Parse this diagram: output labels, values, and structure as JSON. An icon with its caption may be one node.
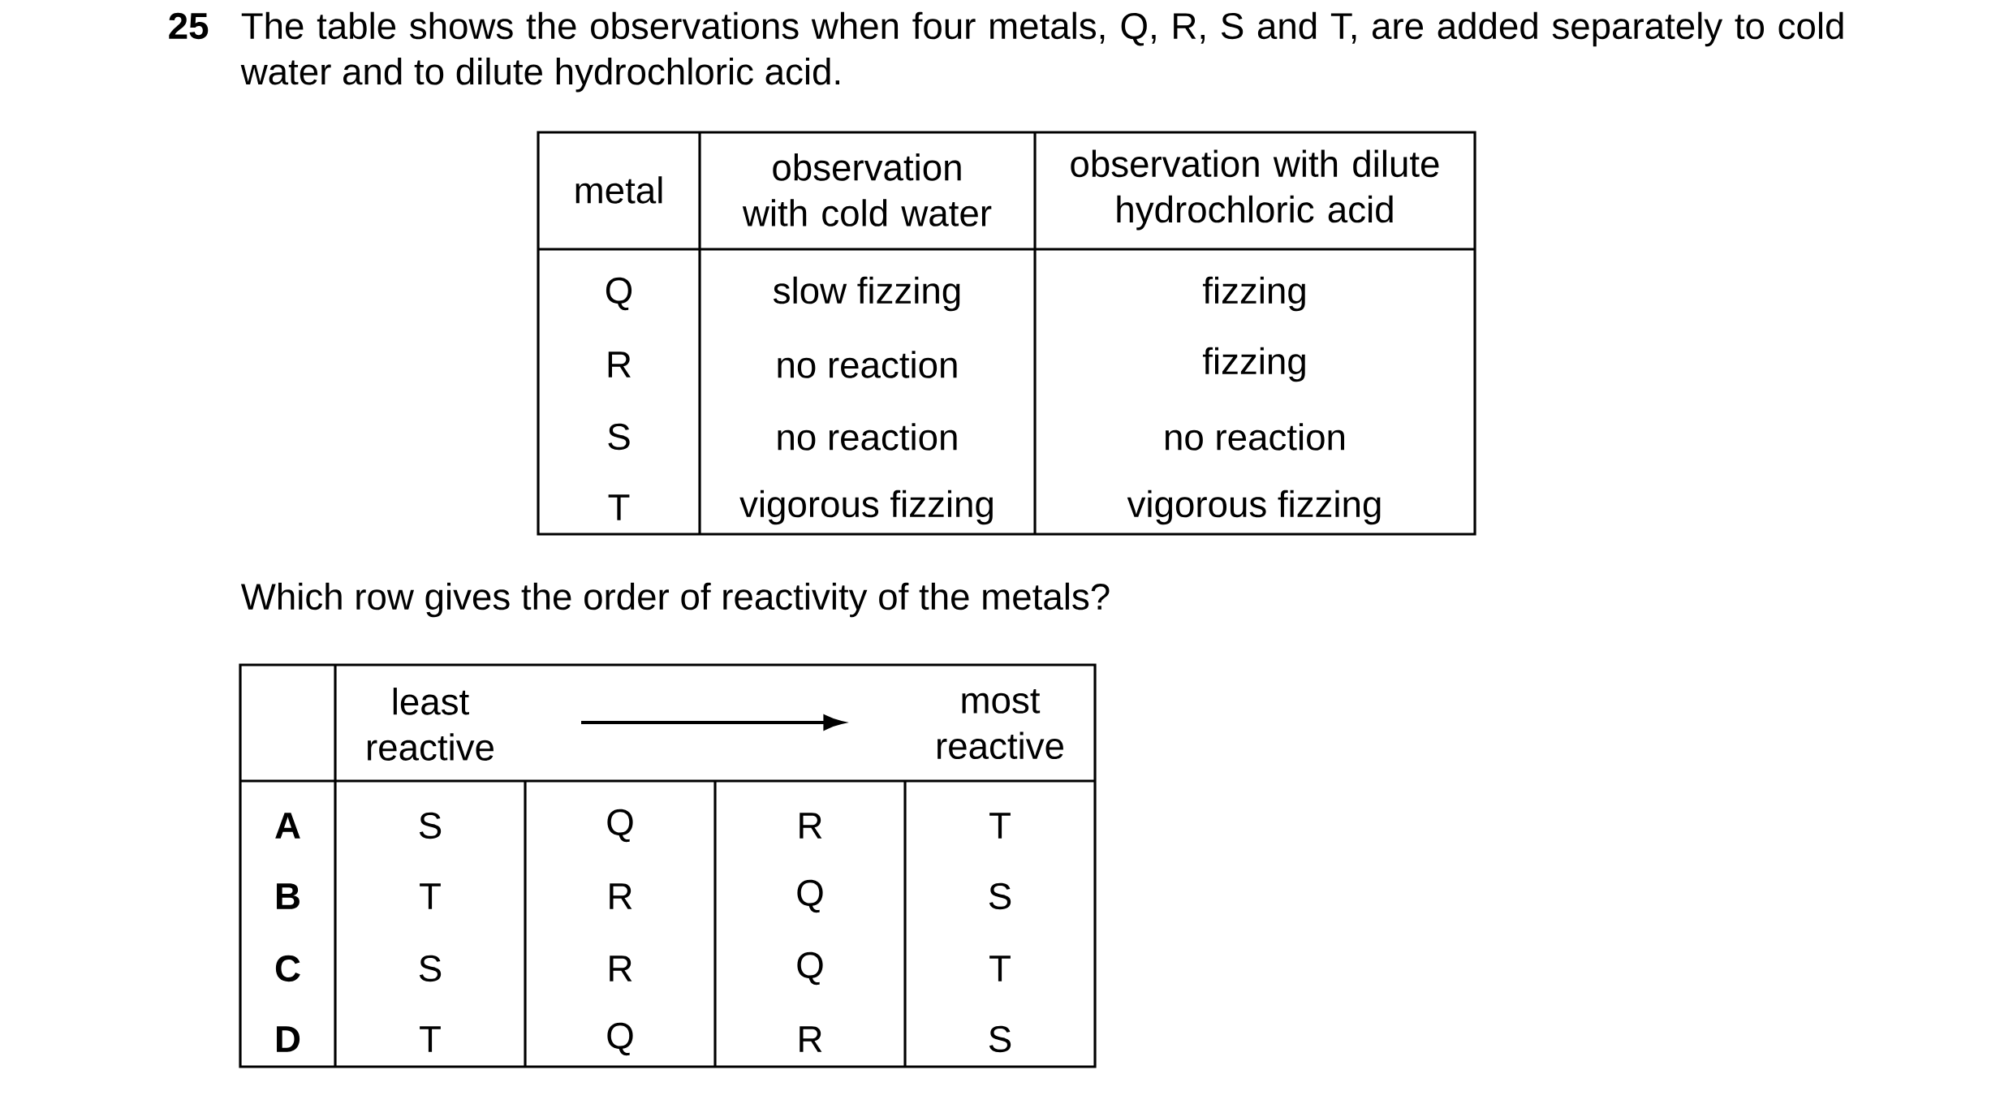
{
  "diagram": {
    "labels": [
      "25",
      "The table shows the observations when four metals, Q, R, S and T, are added separately to cold water and to dilute hydrochloric acid.",
      "metal",
      "observation with cold water",
      "observation with dilute hydrochloric acid",
      "Q",
      "slow fizzing",
      "fizzing",
      "R",
      "no reaction",
      "fizzing",
      "S",
      "no reaction",
      "no reaction",
      "T",
      "vigorous fizzing",
      "vigorous fizzing",
      "Which row gives the order of reactivity of the metals?",
      "least reactive",
      "most reactive",
      "A",
      "S",
      "Q",
      "R",
      "T",
      "B",
      "T",
      "R",
      "Q",
      "S",
      "C",
      "S",
      "R",
      "Q",
      "T",
      "D",
      "T",
      "Q",
      "R",
      "S"
    ]
  }
}
